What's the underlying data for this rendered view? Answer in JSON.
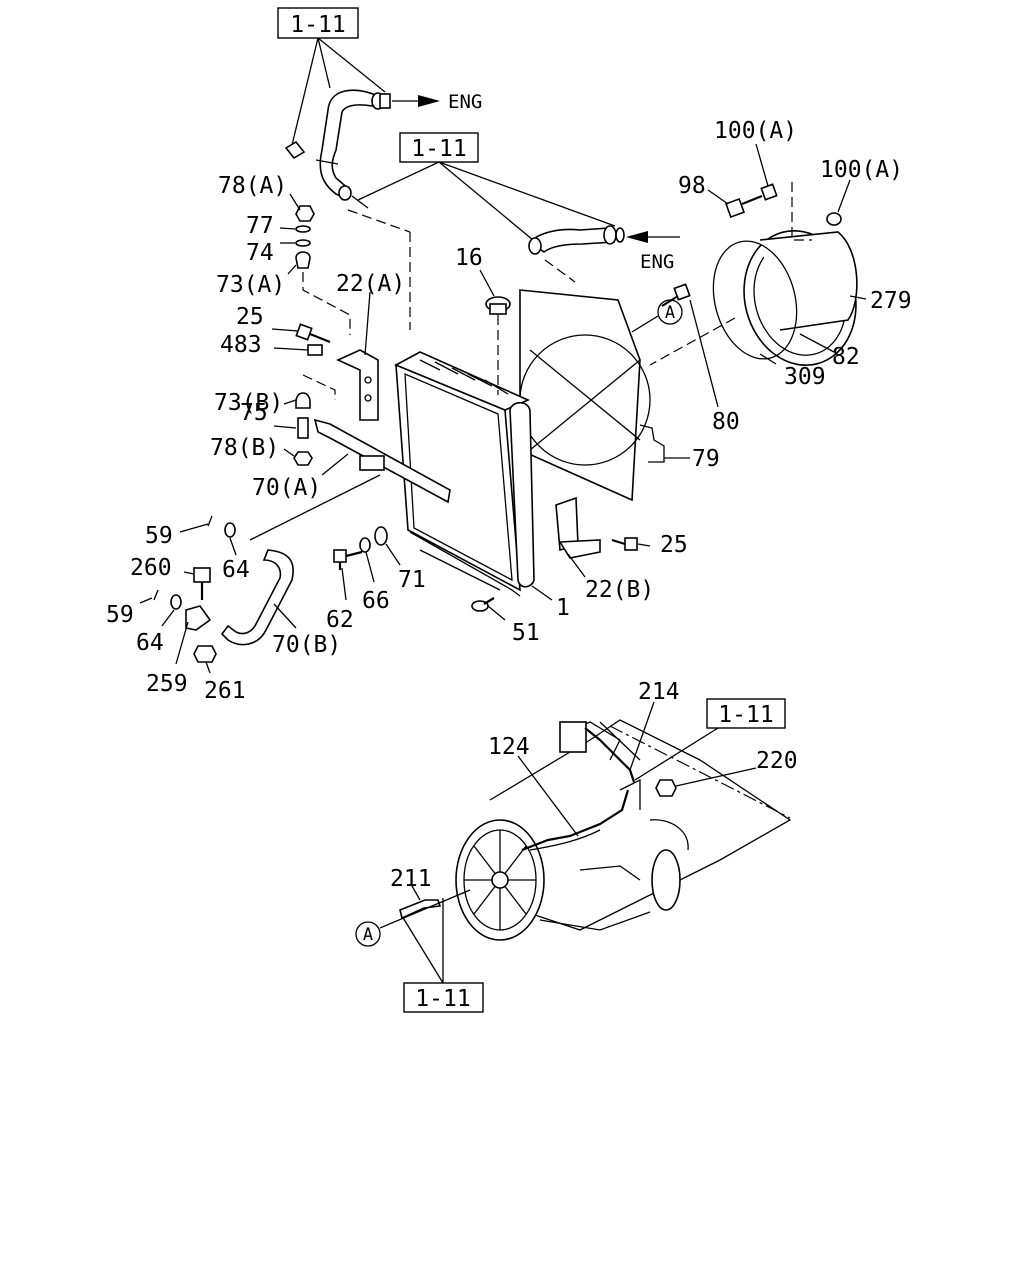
{
  "refs": {
    "r1": "1-11",
    "r2": "1-11",
    "r3": "1-11",
    "r4": "1-11"
  },
  "eng": {
    "top": "ENG",
    "mid": "ENG"
  },
  "circles": {
    "a1": "A",
    "a2": "A"
  },
  "labels": {
    "p78a": "78(A)",
    "p77": "77",
    "p74": "74",
    "p73a": "73(A)",
    "p22a": "22(A)",
    "p25a": "25",
    "p483": "483",
    "p73b": "73(B)",
    "p75": "75",
    "p78b": "78(B)",
    "p70a": "70(A)",
    "p59a": "59",
    "p64a": "64",
    "p260": "260",
    "p59b": "59",
    "p64b": "64",
    "p259": "259",
    "p261": "261",
    "p70b": "70(B)",
    "p62": "62",
    "p66": "66",
    "p71": "71",
    "p51": "51",
    "p1": "1",
    "p22b": "22(B)",
    "p25b": "25",
    "p16": "16",
    "p79": "79",
    "p80": "80",
    "p309": "309",
    "p82": "82",
    "p279": "279",
    "p98": "98",
    "p100a1": "100(A)",
    "p100a2": "100(A)",
    "p214": "214",
    "p124": "124",
    "p220": "220",
    "p211": "211"
  }
}
